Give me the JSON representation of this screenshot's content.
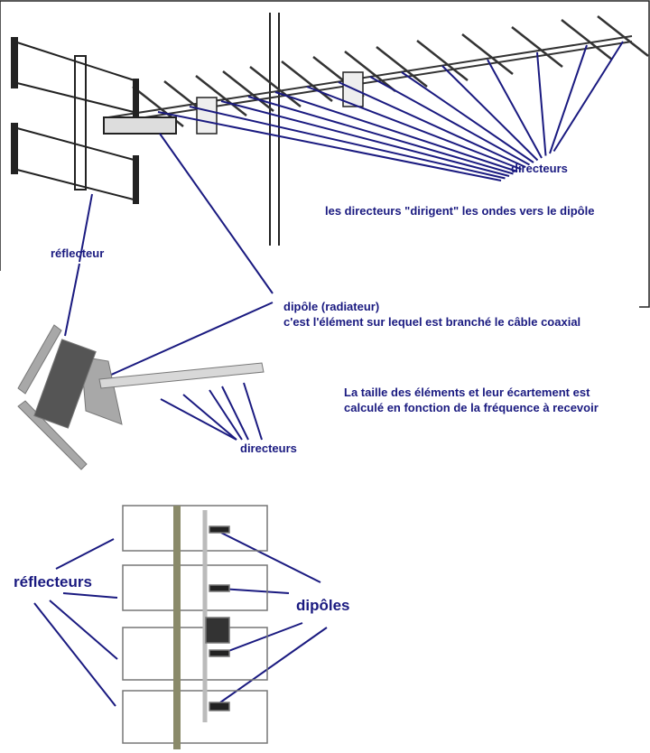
{
  "labels": {
    "directeurs_top": "directeurs",
    "directeurs_caption": "les directeurs \"dirigent\" les ondes vers le dipôle",
    "reflecteur": "réflecteur",
    "dipole_title": "dipôle (radiateur)",
    "dipole_desc": "c'est l'élément sur lequel est branché le câble coaxial",
    "size_line1": "La taille des éléments et leur écartement est",
    "size_line2": "calculé en fonction de la fréquence à recevoir",
    "directeurs_mid": "directeurs",
    "reflecteurs": "réflecteurs",
    "dipoles": "dipôles"
  },
  "colors": {
    "annotation": "#1a1a80",
    "drawing": "#222222",
    "metal": "#a8a8a8"
  }
}
